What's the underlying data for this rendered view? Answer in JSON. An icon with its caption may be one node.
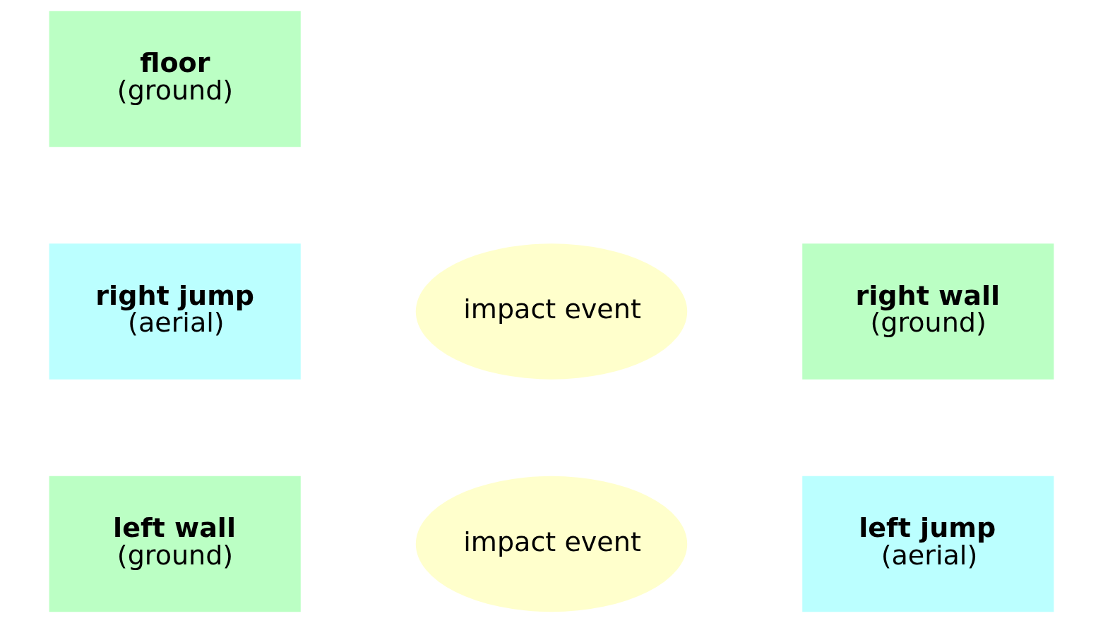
{
  "diagram": {
    "nodes": [
      {
        "text": [
          "floor",
          "(ground)"
        ]
      },
      {
        "text": [
          "right jump",
          "(aerial)"
        ]
      },
      {
        "text": [
          "impact event"
        ]
      },
      {
        "text": [
          "right wall",
          "(ground)"
        ]
      },
      {
        "text": [
          "left wall",
          "(ground)"
        ]
      },
      {
        "text": [
          "impact event"
        ]
      },
      {
        "text": [
          "left jump",
          "(aerial)"
        ]
      }
    ]
  }
}
